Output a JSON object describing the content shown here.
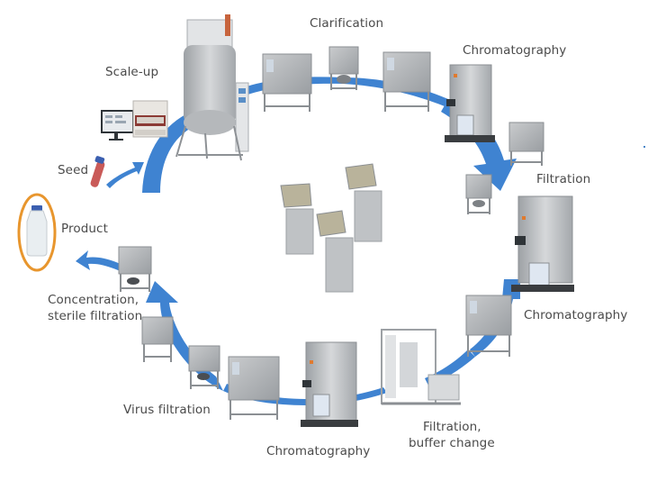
{
  "diagram": {
    "title": "Bioprocess workflow",
    "colors": {
      "arrow": "#3f83d1",
      "product_ring": "#e8962e",
      "text": "#4a4a4a",
      "steel": "#b9bcbf",
      "steel_dark": "#8b8f93",
      "seed_tube": "#c95a58",
      "cap": "#3b5fb0"
    },
    "steps": [
      {
        "id": "seed",
        "label": "Seed"
      },
      {
        "id": "scale-up",
        "label": "Scale-up"
      },
      {
        "id": "clarification",
        "label": "Clarification"
      },
      {
        "id": "chromatography-1",
        "label": "Chromatography"
      },
      {
        "id": "filtration",
        "label": "Filtration"
      },
      {
        "id": "chromatography-2",
        "label": "Chromatography"
      },
      {
        "id": "filtration-buffer",
        "label_line1": "Filtration,",
        "label_line2": "buffer change"
      },
      {
        "id": "chromatography-3",
        "label": "Chromatography"
      },
      {
        "id": "virus-filtration",
        "label": "Virus filtration"
      },
      {
        "id": "concentration",
        "label_line1": "Concentration,",
        "label_line2": "sterile filtration"
      },
      {
        "id": "product",
        "label": "Product"
      }
    ]
  }
}
